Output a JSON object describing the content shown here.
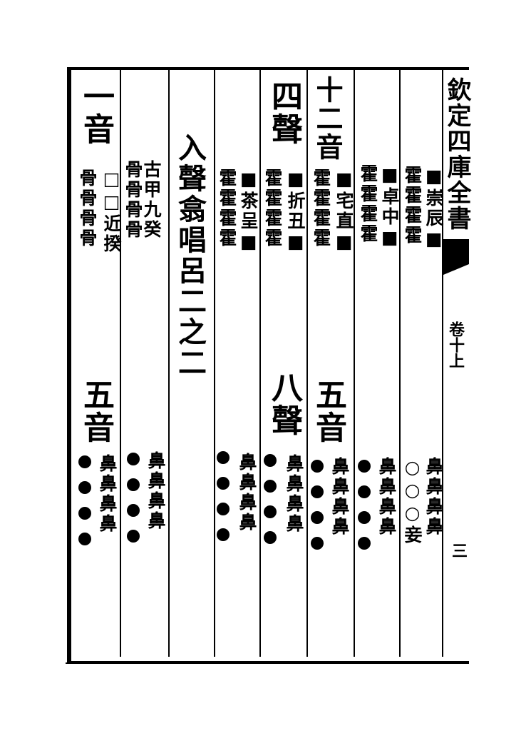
{
  "margin": {
    "collection_title": "欽定四庫全書",
    "volume": "卷十上",
    "page_number": "三"
  },
  "heading": "入聲翕唱呂二之二",
  "columns": [
    {
      "key": "c1",
      "label": "一音",
      "chars": "□□近揆",
      "rows": "骨骨骨骨",
      "lower_label": "五音",
      "lower_chars": "鼻鼻鼻鼻"
    },
    {
      "key": "c2",
      "chars": "古甲九癸",
      "rows": "骨骨骨骨",
      "lower_chars": "鼻鼻鼻鼻"
    },
    {
      "key": "c4",
      "chars": "■茶呈■",
      "rows": "霍霍霍霍",
      "lower_chars": "鼻鼻鼻鼻"
    },
    {
      "key": "c5",
      "label": "四聲",
      "chars": "■折丑■",
      "rows": "霍霍霍霍",
      "lower_label": "八聲",
      "lower_chars": "鼻鼻鼻鼻"
    },
    {
      "key": "c6",
      "label": "十二音",
      "chars": "■宅直■",
      "rows": "霍霍霍霍",
      "lower_label": "五音",
      "lower_chars": "鼻鼻鼻鼻"
    },
    {
      "key": "c7",
      "chars": "■卓中■",
      "rows": "霍霍霍霍",
      "lower_chars": "鼻鼻鼻鼻"
    },
    {
      "key": "c8",
      "chars": "■崇辰■",
      "rows": "霍霍霍霍",
      "lower_chars": "鼻鼻鼻鼻",
      "lower_marks": "○○○妾"
    }
  ]
}
